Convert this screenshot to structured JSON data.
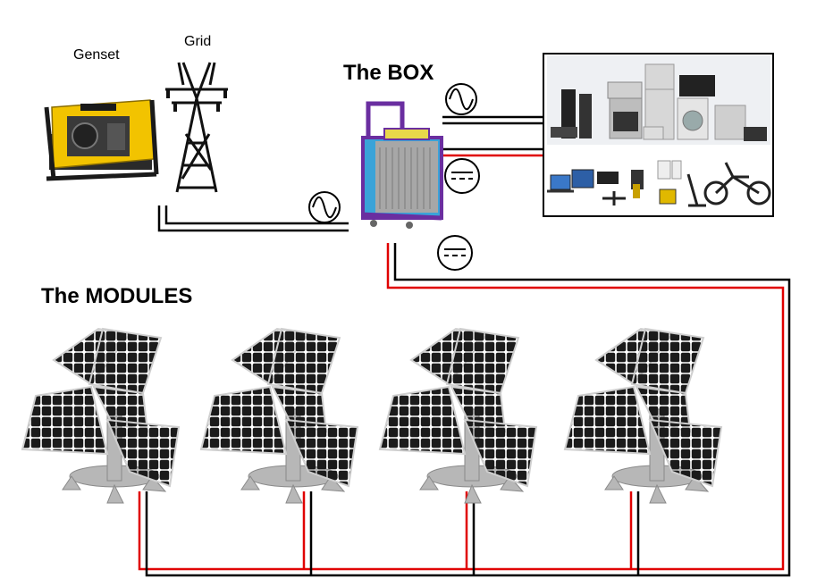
{
  "labels": {
    "genset": "Genset",
    "grid": "Grid",
    "box": "The BOX",
    "modules": "The MODULES"
  },
  "symbols": {
    "ac": "ac-sine-symbol",
    "dc": "dc-symbol"
  },
  "colors": {
    "wire_positive": "#e00000",
    "wire_negative": "#000000",
    "box_body": "#3aa3d8",
    "box_frame": "#6a2ea0",
    "generator_body": "#f2c300",
    "solar_cell": "#1b1b1b"
  },
  "components": {
    "modules_count": 4,
    "appliances_panel": "appliances-image"
  }
}
